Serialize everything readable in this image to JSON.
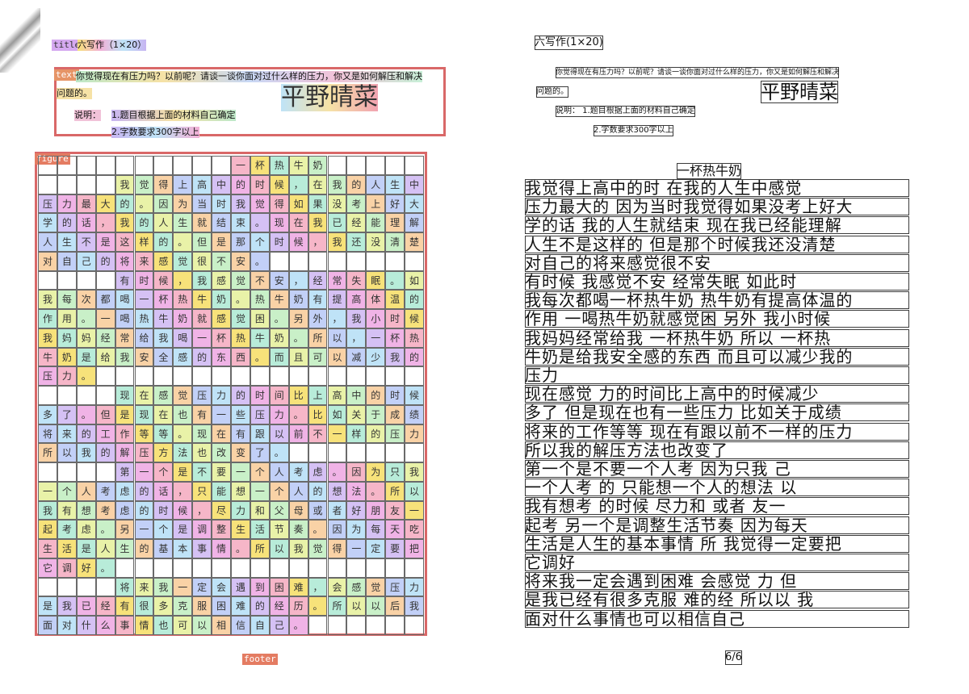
{
  "left": {
    "tags": {
      "title": "title",
      "text": "text",
      "figure": "figure",
      "footer": "footer"
    },
    "heading": "六写作（1×20）",
    "prompt_line1": "你觉得现在有压力吗？以前呢？请谈一谈你面对过什么样的压力，你又是如何解压和解决",
    "prompt_line2": "问题的。",
    "note_label": "说明：",
    "note1": "1.题目根据上面的材料自己确定",
    "note2": "2.字数要求300字以上",
    "signature": "平野晴菜",
    "essay_rows": [
      "          一杯热牛奶",
      "    我觉得上高中的时候，在我的人生中感觉",
      "压力最大的。因为当时我觉得如果没考上好大",
      "学的话，我的人生就结束。现在我已经能理解",
      "人生不是这样的。但是那个时候，我还没清楚，",
      "对自己的将来感觉很不安。",
      "    有时候，我感觉不安，经常失眠。如此时",
      "我每次都喝一杯热牛奶。热牛奶有提高体温的",
      "作用。一喝热牛奶就感觉困。另外，我小时候，",
      "我妈妈经常给我喝一杯热牛奶。所以，一杯热",
      "牛奶是给我安全感的东西。而且可以减少我的",
      "压力。",
      "    现在感觉压力的时间比上高中的时候减少",
      "多了。但是现在也有一些压力。比如关于成绩、",
      "将来的工作等等。现在有跟以前不一样的压力。",
      "所以我的解压方法也改变了。",
      "    第一个是不要一个人考虑。因为只我自己",
      "一个人考虑的话，只能想一个人的想法。所以",
      "我有想考虑的时候，尽力和父母或者好朋友一",
      "起考虑。另一个是调整生活节奏。因为每天吃",
      "生活是人生的基本事情。所以我觉得一定要把",
      "它调好。",
      "    将来我一定会遇到困难，会感觉压力。但",
      "是我已经有很多克服困难的经历。所以以后我",
      "面对什么事情也可以相信自己。"
    ]
  },
  "right": {
    "heading": "六写作(1×20)",
    "prompt_line1": "你觉得现在有压力吗？以前呢？请谈一谈你面对过什么样的压力，你又是如何解压和解决",
    "prompt_line2": "问题的。",
    "note1": "说明： 1.题目根据上面的材料自己确定",
    "note2": "2.字数要求300字以上",
    "signature": "平野晴菜",
    "essay_title": "一杯热牛奶",
    "lines": [
      "  我觉得上高中的时   在我的人生中感觉",
      "压力最大的  因为当时我觉得如果没考上好大",
      "学的话  我的人生就结束  现在我已经能理解",
      "人生不是这样的  但是那个时候我还没清楚",
      "对自己的将来感觉很不安",
      "  有时候  我感觉不安  经常失眠  如此时",
      "我每次都喝一杯热牛奶  热牛奶有提高体温的",
      "作用  一喝热牛奶就感觉困  另外  我小时候",
      "我妈妈经常给我  一杯热牛奶  所以  一杯热",
      "牛奶是给我安全感的东西  而且可以减少我的",
      "压力",
      "  现在感觉 力的时间比上高中的时候减少",
      "多了  但是现在也有一些压力  比如关于成绩",
      "将来的工作等等  现在有跟以前不一样的压力",
      "所以我的解压方法也改变了",
      "  第一个是不要一个人考    因为只我  己",
      "一个人考  的  只能想一个人的想法    以",
      "我有想考  的时候  尽力和  或者    友一",
      "起考    另一个是调整生活节奏  因为每天",
      "生活是人生的基本事情  所  我觉得一定要把",
      "它调好",
      "  将来我一定会遇到困难  会感觉  力  但",
      "是我已经有很多克服  难的经    所以以  我",
      "面对什么事情也可以相信自己"
    ],
    "page_number": "6/6"
  },
  "colors": {
    "accent_red": "#d96868",
    "tag_bg": "#e47c62"
  }
}
